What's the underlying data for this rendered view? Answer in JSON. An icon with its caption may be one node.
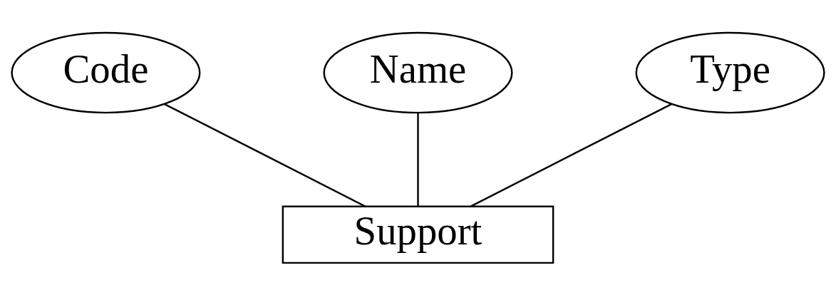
{
  "diagram": {
    "nodes": [
      {
        "text": [
          "Name"
        ]
      },
      {
        "text": [
          "Code"
        ]
      },
      {
        "text": [
          "Type"
        ]
      },
      {
        "text": [
          "Support"
        ]
      }
    ],
    "edges": [
      {
        "from": 1,
        "to": 3,
        "arrow": "none"
      },
      {
        "from": 0,
        "to": 3,
        "arrow": "none"
      },
      {
        "from": 2,
        "to": 3,
        "arrow": "none"
      }
    ]
  }
}
